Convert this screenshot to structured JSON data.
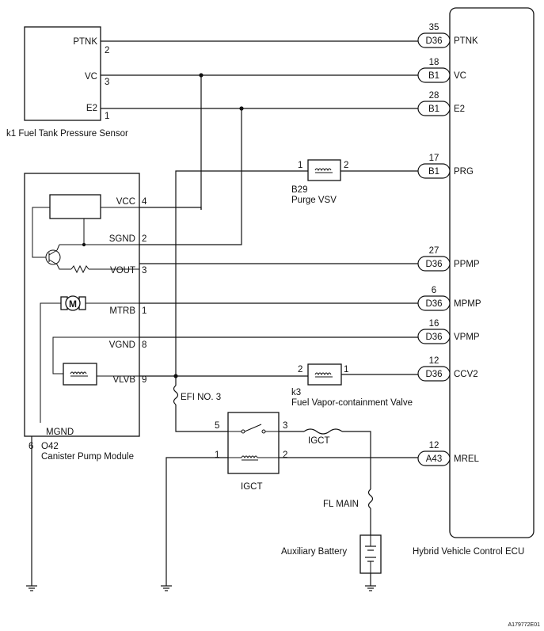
{
  "sensor": {
    "name": "k1 Fuel Tank Pressure Sensor",
    "pins": [
      {
        "label": "PTNK",
        "num": "2"
      },
      {
        "label": "VC",
        "num": "3"
      },
      {
        "label": "E2",
        "num": "1"
      }
    ]
  },
  "ecu": {
    "name": "Hybrid Vehicle Control ECU",
    "terminals": [
      {
        "num": "35",
        "conn": "D36",
        "label": "PTNK"
      },
      {
        "num": "18",
        "conn": "B1",
        "label": "VC"
      },
      {
        "num": "28",
        "conn": "B1",
        "label": "E2"
      },
      {
        "num": "17",
        "conn": "B1",
        "label": "PRG"
      },
      {
        "num": "27",
        "conn": "D36",
        "label": "PPMP"
      },
      {
        "num": "6",
        "conn": "D36",
        "label": "MPMP"
      },
      {
        "num": "16",
        "conn": "D36",
        "label": "VPMP"
      },
      {
        "num": "12",
        "conn": "D36",
        "label": "CCV2"
      },
      {
        "num": "12",
        "conn": "A43",
        "label": "MREL"
      }
    ]
  },
  "purge_vsv": {
    "code": "B29",
    "name": "Purge VSV",
    "pin_left": "1",
    "pin_right": "2"
  },
  "pump_module": {
    "code": "O42",
    "name": "Canister Pump Module",
    "ground_label": "MGND",
    "ground_pin": "6",
    "pins": [
      {
        "label": "VCC",
        "num": "4"
      },
      {
        "label": "SGND",
        "num": "2"
      },
      {
        "label": "VOUT",
        "num": "3"
      },
      {
        "label": "MTRB",
        "num": "1"
      },
      {
        "label": "VGND",
        "num": "8"
      },
      {
        "label": "VLVB",
        "num": "9"
      }
    ],
    "motor_symbol": "M"
  },
  "vapor_valve": {
    "code": "k3",
    "name": "Fuel Vapor-containment Valve",
    "pin_left": "2",
    "pin_right": "1"
  },
  "fuse_efi": "EFI NO. 3",
  "fuse_igct": "IGCT",
  "fuse_fl_main": "FL MAIN",
  "relay": {
    "name": "IGCT",
    "pin5": "5",
    "pin3": "3",
    "pin1": "1",
    "pin2": "2"
  },
  "battery": "Auxiliary Battery",
  "figure_id": "A179772E01"
}
